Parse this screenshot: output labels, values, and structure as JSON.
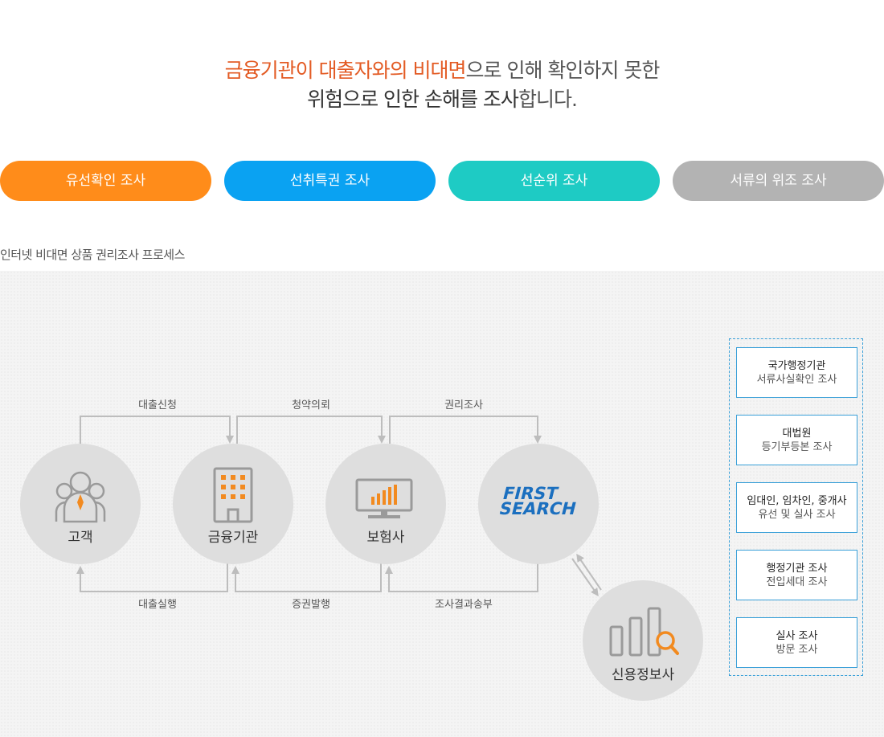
{
  "headline": {
    "line1_accent": "금융기관이 대출자와의 비대면",
    "line1_rest": "으로 인해 확인하지 못한",
    "line2_strong": "위험으로 인한 손해를 조사",
    "line2_rest": "합니다."
  },
  "tabs": [
    {
      "label": "유선확인 조사",
      "color": "#ff8c1a"
    },
    {
      "label": "선취특권 조사",
      "color": "#0aa2f2"
    },
    {
      "label": "선순위 조사",
      "color": "#1ecbc4"
    },
    {
      "label": "서류의 위조 조사",
      "color": "#b3b3b3"
    }
  ],
  "section_label": "인터넷 비대면 상품 권리조사 프로세스",
  "nodes": [
    {
      "label": "고객",
      "icon": "customer-icon"
    },
    {
      "label": "금융기관",
      "icon": "building-icon"
    },
    {
      "label": "보험사",
      "icon": "monitor-chart-icon"
    },
    {
      "label": "FIRST SEARCH",
      "icon": "first-search-logo"
    },
    {
      "label": "신용정보사",
      "icon": "bar-search-icon"
    }
  ],
  "logo": {
    "line1": "FIRST",
    "line2": "SEARCH"
  },
  "flows_top": [
    "대출신청",
    "청약의뢰",
    "권리조사"
  ],
  "flows_bottom": [
    "대출실행",
    "증권발행",
    "조사결과송부"
  ],
  "side_items": [
    {
      "title": "국가행정기관",
      "desc": "서류사실확인 조사"
    },
    {
      "title": "대법원",
      "desc": "등기부등본 조사"
    },
    {
      "title": "임대인, 임차인, 중개사",
      "desc": "유선 및 실사 조사"
    },
    {
      "title": "행정기관 조사",
      "desc": "전입세대 조사"
    },
    {
      "title": "실사 조사",
      "desc": "방문 조사"
    }
  ],
  "colors": {
    "accent": "#e35b24",
    "icon_orange": "#f28a1f",
    "logo_blue": "#1b6fbf",
    "border_blue": "#3aa0d8"
  }
}
